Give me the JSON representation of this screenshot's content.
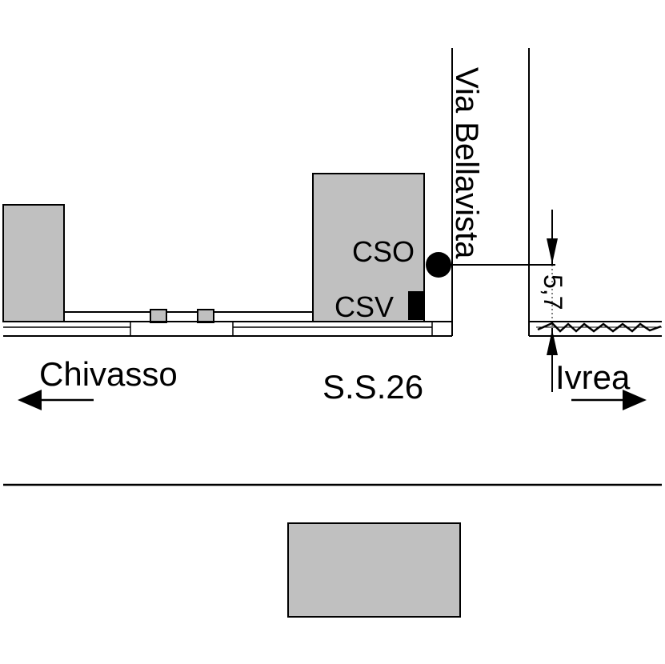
{
  "labels": {
    "street_vertical": "Via Bellavista",
    "sensor_cso": "CSO",
    "sensor_csv": "CSV",
    "direction_left": "Chivasso",
    "direction_right": "Ivrea",
    "road_name": "S.S.26",
    "distance": "5,7"
  },
  "colors": {
    "building_fill": "#c0c0c0",
    "line": "#000000",
    "background": "#ffffff"
  }
}
